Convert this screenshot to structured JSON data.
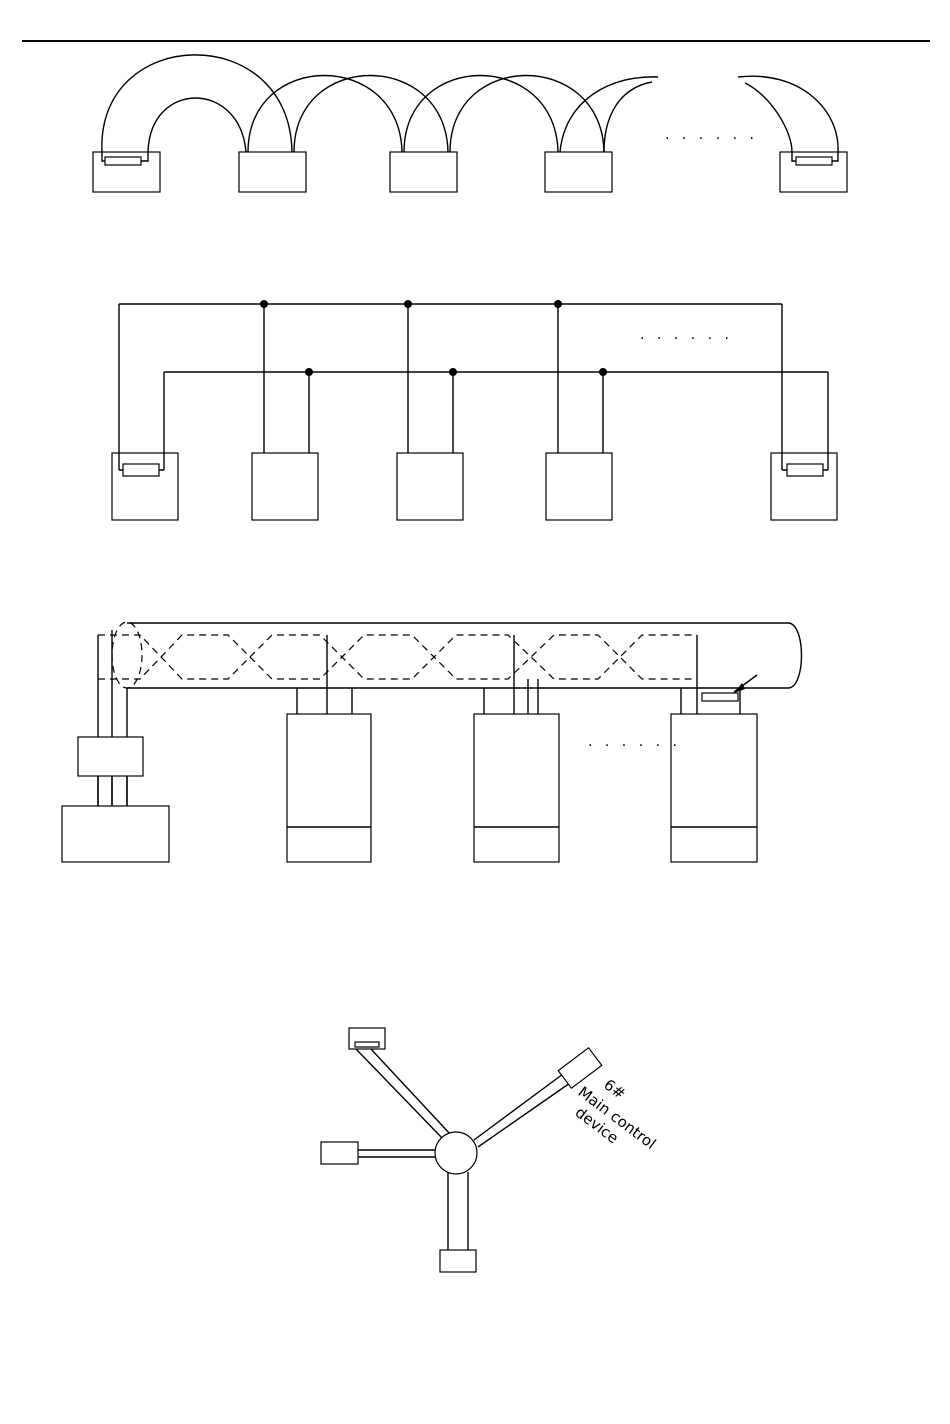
{
  "ellipsis": "· · · · · ·",
  "star_labels": {
    "id": "6#",
    "line1": "Main control",
    "line2": "device"
  }
}
